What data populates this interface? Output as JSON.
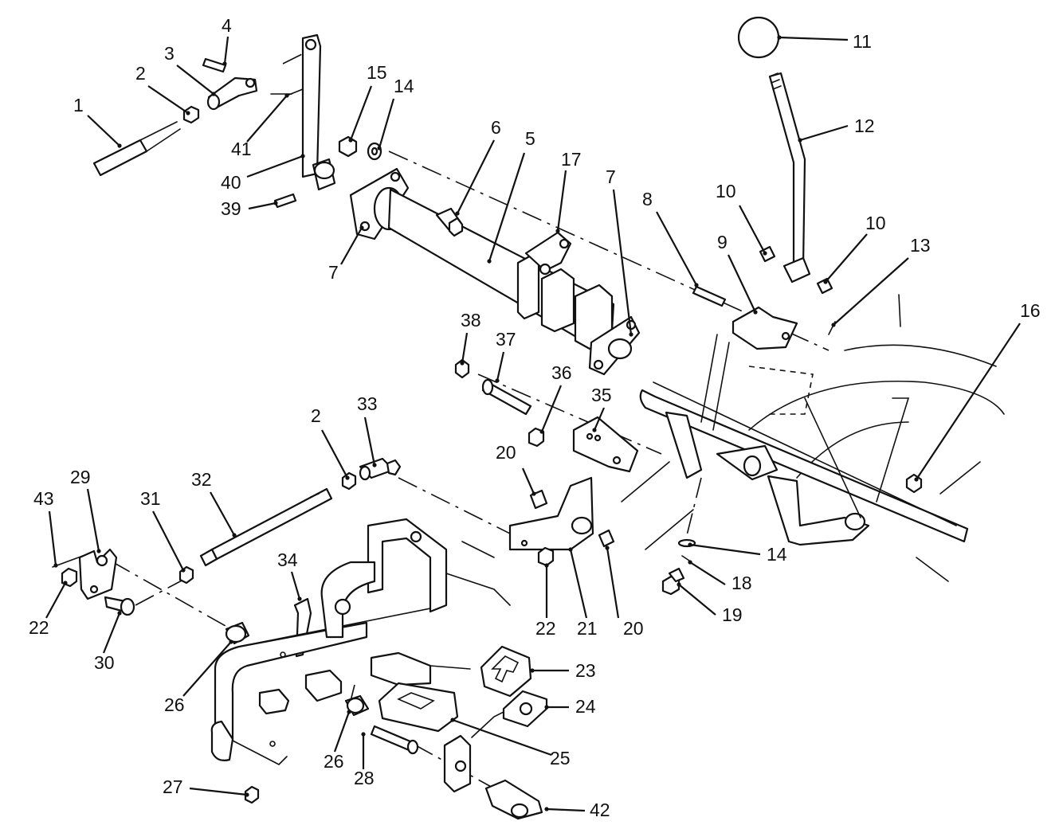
{
  "callouts": [
    {
      "id": "c1",
      "text": "1"
    },
    {
      "id": "c2a",
      "text": "2"
    },
    {
      "id": "c3",
      "text": "3"
    },
    {
      "id": "c4",
      "text": "4"
    },
    {
      "id": "c41",
      "text": "41"
    },
    {
      "id": "c40",
      "text": "40"
    },
    {
      "id": "c39",
      "text": "39"
    },
    {
      "id": "c15",
      "text": "15"
    },
    {
      "id": "c14a",
      "text": "14"
    },
    {
      "id": "c7a",
      "text": "7"
    },
    {
      "id": "c6",
      "text": "6"
    },
    {
      "id": "c5",
      "text": "5"
    },
    {
      "id": "c17",
      "text": "17"
    },
    {
      "id": "c7b",
      "text": "7"
    },
    {
      "id": "c11",
      "text": "11"
    },
    {
      "id": "c12",
      "text": "12"
    },
    {
      "id": "c10a",
      "text": "10"
    },
    {
      "id": "c10b",
      "text": "10"
    },
    {
      "id": "c8",
      "text": "8"
    },
    {
      "id": "c9",
      "text": "9"
    },
    {
      "id": "c13",
      "text": "13"
    },
    {
      "id": "c16",
      "text": "16"
    },
    {
      "id": "c38",
      "text": "38"
    },
    {
      "id": "c37",
      "text": "37"
    },
    {
      "id": "c36",
      "text": "36"
    },
    {
      "id": "c35",
      "text": "35"
    },
    {
      "id": "c20a",
      "text": "20"
    },
    {
      "id": "c2b",
      "text": "2"
    },
    {
      "id": "c33",
      "text": "33"
    },
    {
      "id": "c32",
      "text": "32"
    },
    {
      "id": "c31",
      "text": "31"
    },
    {
      "id": "c29",
      "text": "29"
    },
    {
      "id": "c43",
      "text": "43"
    },
    {
      "id": "c22a",
      "text": "22"
    },
    {
      "id": "c30",
      "text": "30"
    },
    {
      "id": "c34",
      "text": "34"
    },
    {
      "id": "c22b",
      "text": "22"
    },
    {
      "id": "c21",
      "text": "21"
    },
    {
      "id": "c20b",
      "text": "20"
    },
    {
      "id": "c14b",
      "text": "14"
    },
    {
      "id": "c18",
      "text": "18"
    },
    {
      "id": "c19",
      "text": "19"
    },
    {
      "id": "c23",
      "text": "23"
    },
    {
      "id": "c24",
      "text": "24"
    },
    {
      "id": "c25",
      "text": "25"
    },
    {
      "id": "c26a",
      "text": "26"
    },
    {
      "id": "c26b",
      "text": "26"
    },
    {
      "id": "c28",
      "text": "28"
    },
    {
      "id": "c27",
      "text": "27"
    },
    {
      "id": "c42",
      "text": "42"
    }
  ]
}
